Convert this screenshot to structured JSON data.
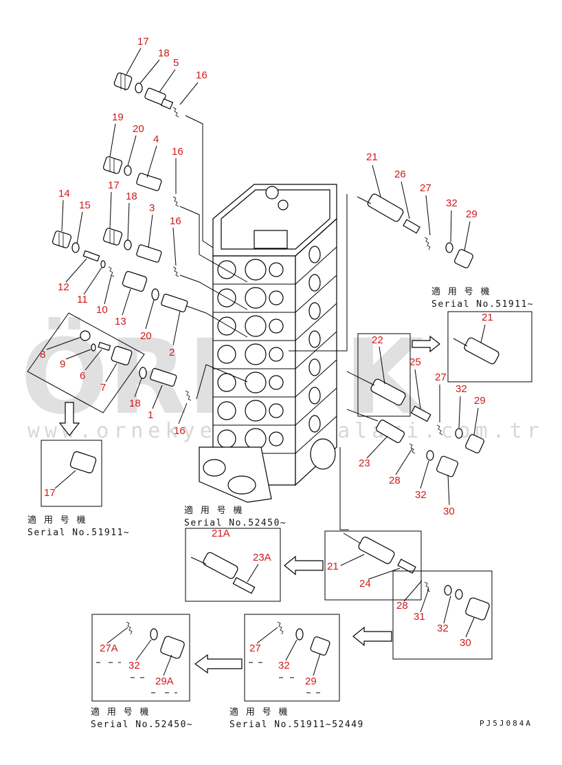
{
  "watermark": {
    "brand": "ÖRNEK",
    "url": "www.ornekyedekparcalari.com.tr"
  },
  "drawing_code": "PJ5J084A",
  "serials": {
    "top_right": {
      "jp": "適 用 号 機",
      "text": "Serial No.51911~"
    },
    "left": {
      "jp": "適 用 号 機",
      "text": "Serial No.51911~"
    },
    "middle": {
      "jp": "適 用 号 機",
      "text": "Serial No.52450~"
    },
    "bottom_left": {
      "jp": "適 用 号 機",
      "text": "Serial No.52450~"
    },
    "bottom_mid": {
      "jp": "適 用 号 機",
      "text": "Serial No.51911~52449"
    }
  },
  "labels": {
    "l17a": "17",
    "l18a": "18",
    "l5": "5",
    "l16a": "16",
    "l19": "19",
    "l20a": "20",
    "l4": "4",
    "l16b": "16",
    "l17b": "17",
    "l18b": "18",
    "l3": "3",
    "l16c": "16",
    "l14": "14",
    "l15": "15",
    "l12": "12",
    "l11": "11",
    "l10": "10",
    "l13": "13",
    "l20b": "20",
    "l2": "2",
    "l8": "8",
    "l9": "9",
    "l6": "6",
    "l7": "7",
    "l18c": "18",
    "l1": "1",
    "l16d": "16",
    "l17c": "17",
    "l21a": "21",
    "l26": "26",
    "l27a": "27",
    "l32a": "32",
    "l29a": "29",
    "l21b": "21",
    "l22": "22",
    "l25": "25",
    "l27b": "27",
    "l32b": "32",
    "l29b": "29",
    "l23": "23",
    "l28a": "28",
    "l32c": "32",
    "l30a": "30",
    "l21A": "21A",
    "l23A": "23A",
    "l21c": "21",
    "l24": "24",
    "l28b": "28",
    "l31": "31",
    "l32d": "32",
    "l30b": "30",
    "l27A": "27A",
    "l32e": "32",
    "l29A": "29A",
    "l27c": "27",
    "l32f": "32",
    "l29c": "29"
  }
}
